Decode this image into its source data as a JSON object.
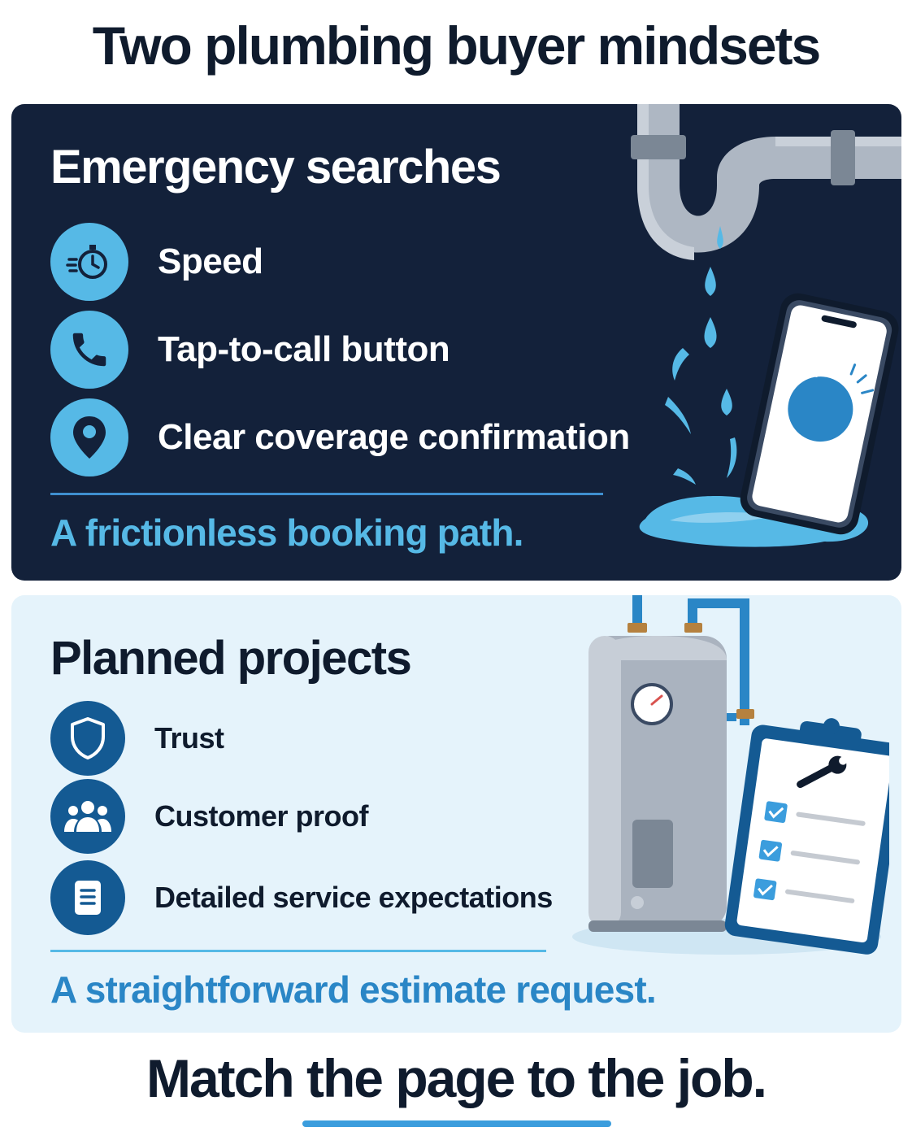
{
  "title": "Two plumbing buyer mindsets",
  "emergency": {
    "heading": "Emergency searches",
    "items": [
      {
        "icon": "stopwatch-icon",
        "label": "Speed"
      },
      {
        "icon": "phone-icon",
        "label": "Tap-to-call button"
      },
      {
        "icon": "map-pin-icon",
        "label": "Clear coverage confirmation"
      }
    ],
    "tagline": "A frictionless booking path."
  },
  "planned": {
    "heading": "Planned projects",
    "items": [
      {
        "icon": "shield-icon",
        "label": "Trust"
      },
      {
        "icon": "people-icon",
        "label": "Customer proof"
      },
      {
        "icon": "document-icon",
        "label": "Detailed service expectations"
      }
    ],
    "tagline": "A straightforward estimate request."
  },
  "footer": "Match the page to the job.",
  "colors": {
    "dark_panel": "#13213a",
    "light_panel": "#e5f3fb",
    "accent_light_blue": "#56b9e6",
    "accent_dark_blue": "#145a93",
    "title_navy": "#0f1b2d"
  }
}
